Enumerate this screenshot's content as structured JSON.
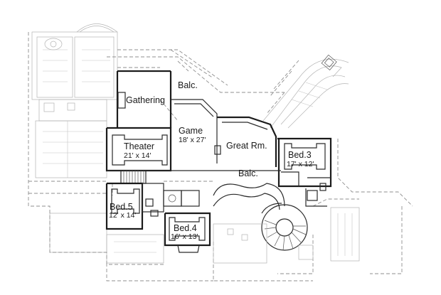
{
  "rooms": {
    "balc_top": {
      "name": "Balc."
    },
    "gathering": {
      "name": "Gathering"
    },
    "game": {
      "name": "Game",
      "size": "18' x 27'"
    },
    "theater": {
      "name": "Theater",
      "size": "21' x 14'"
    },
    "great_rm": {
      "name": "Great Rm."
    },
    "bed3": {
      "name": "Bed.3",
      "size": "17' x 12'"
    },
    "balc_mid": {
      "name": "Balc."
    },
    "bed5": {
      "name": "Bed.5",
      "size": "12' x 14'"
    },
    "bed4": {
      "name": "Bed.4",
      "size": "16' x 13'"
    }
  }
}
